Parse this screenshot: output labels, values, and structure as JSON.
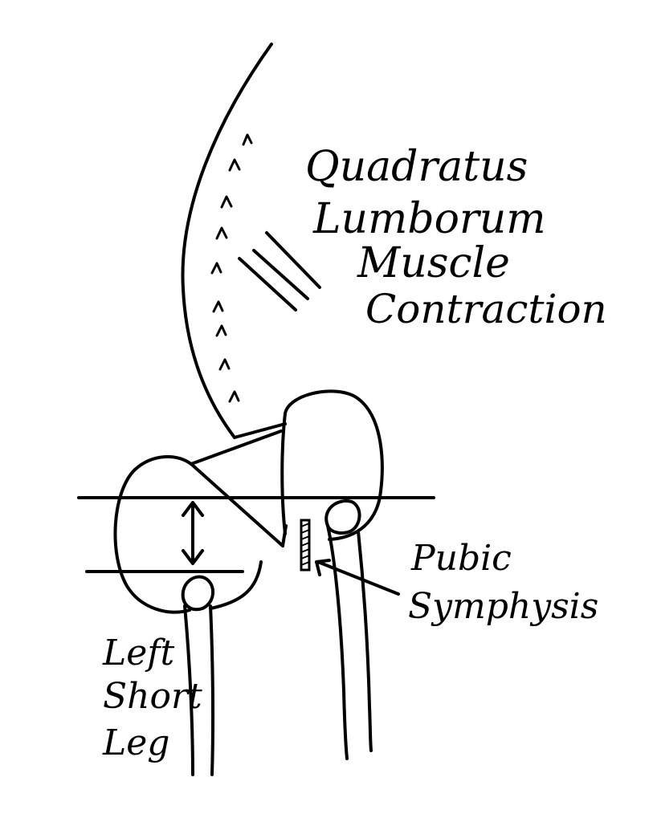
{
  "labels": {
    "muscle_line1": "Quadratus",
    "muscle_line2": "Lumborum",
    "muscle_line3": "Muscle",
    "muscle_line4": "Contraction",
    "pubic_line1": "Pubic",
    "pubic_line2": "Symphysis",
    "leg_line1": "Left",
    "leg_line2": "Short",
    "leg_line3": "Leg"
  },
  "colors": {
    "ink": "#000000",
    "background": "#ffffff"
  }
}
